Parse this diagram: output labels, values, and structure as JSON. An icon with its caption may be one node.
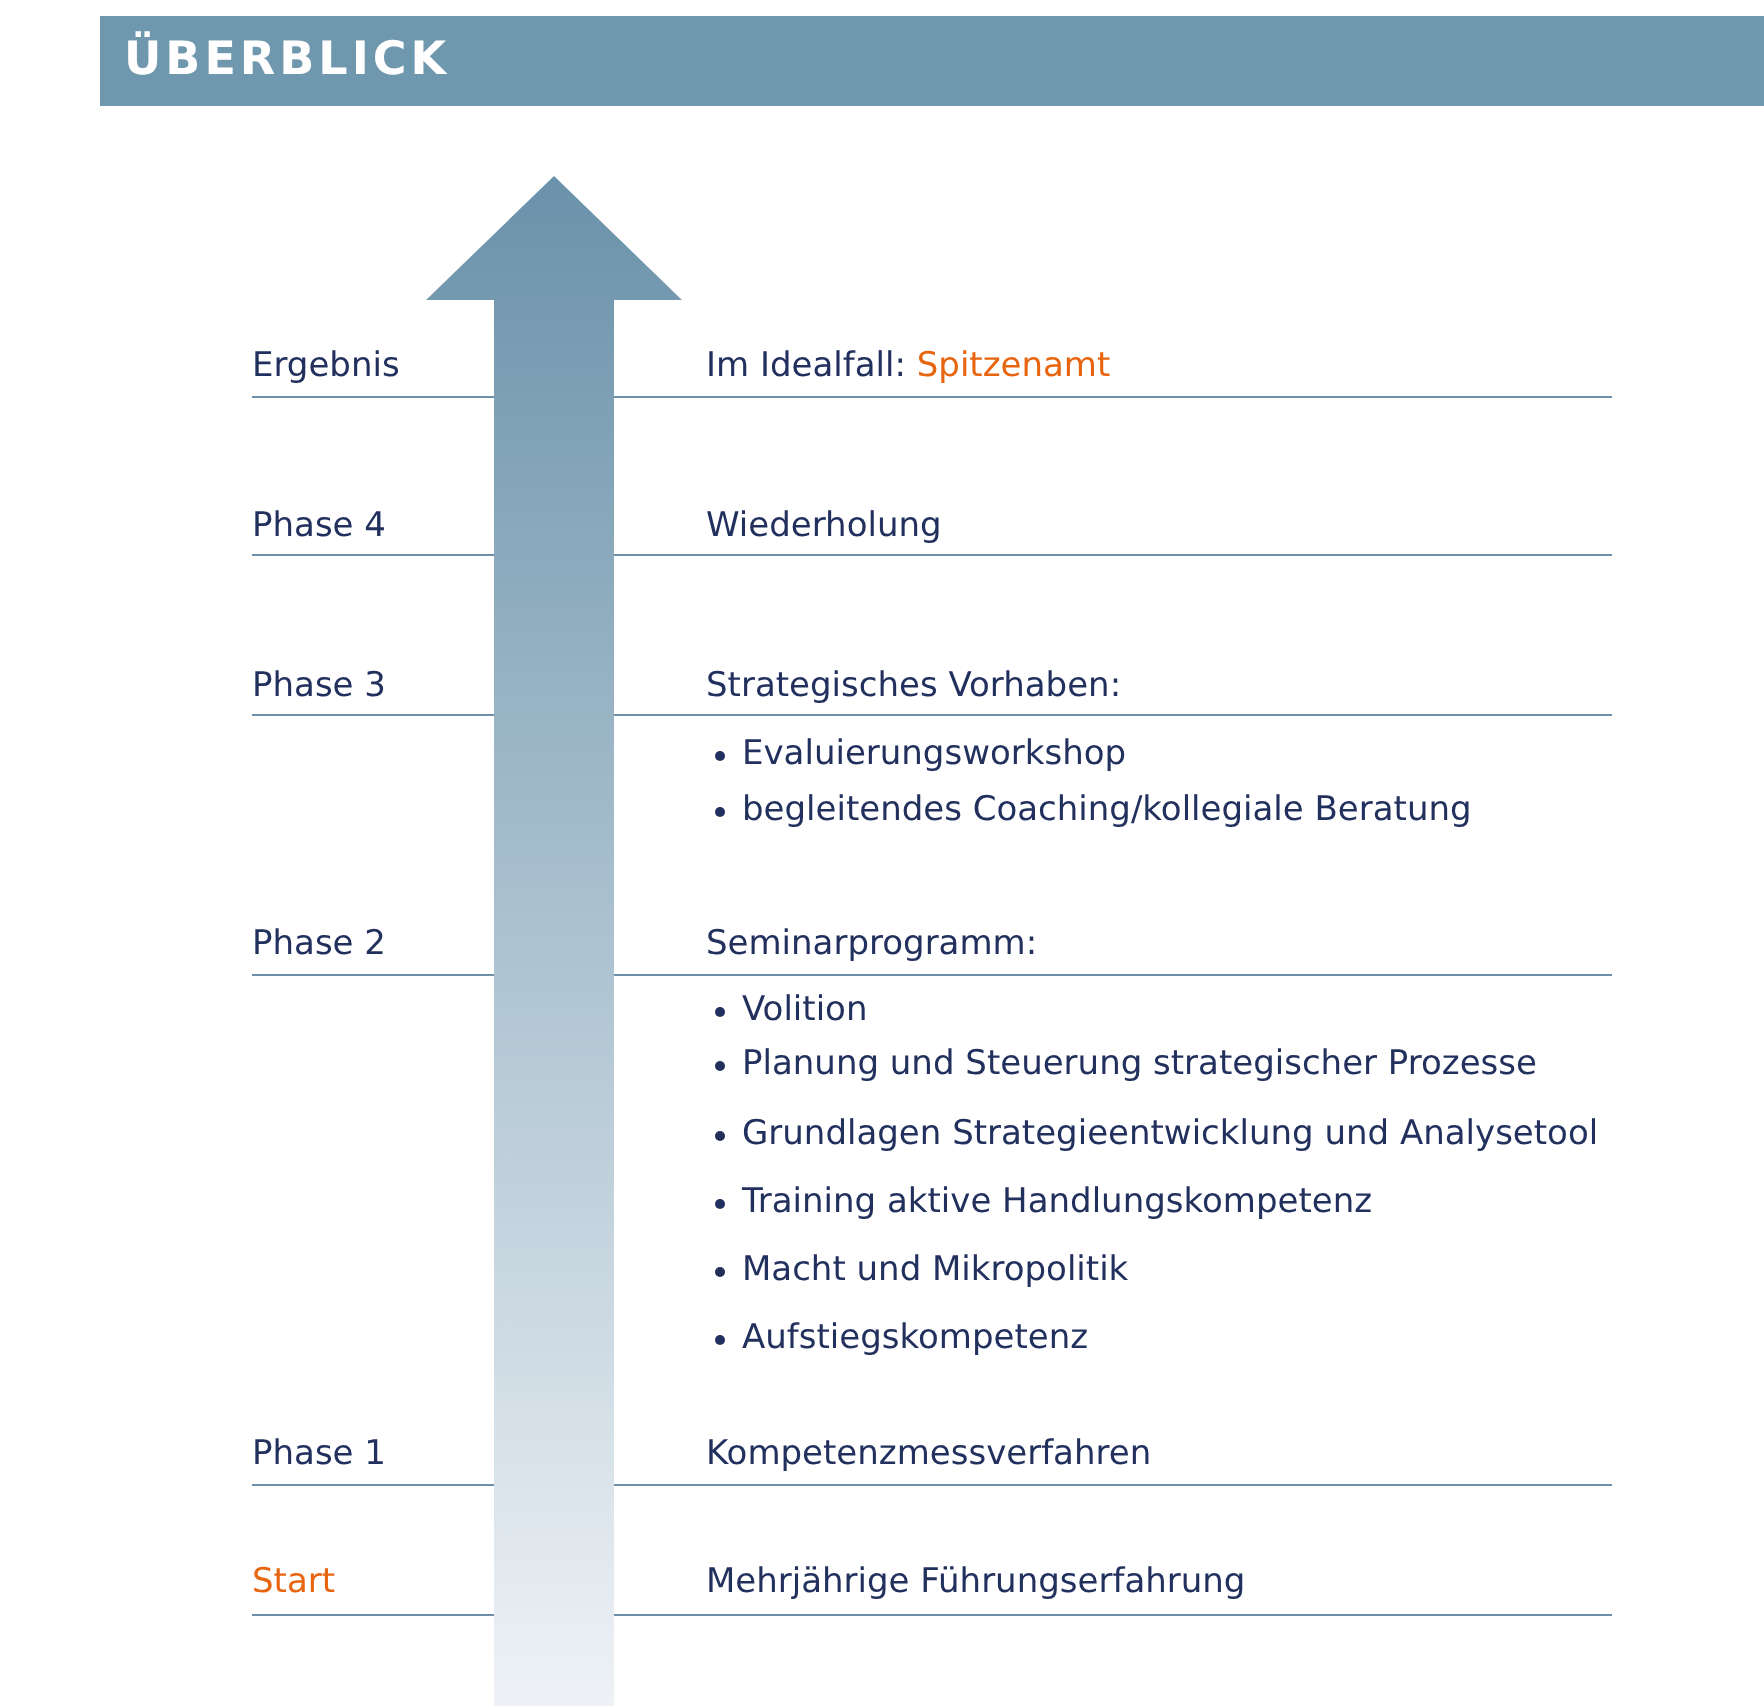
{
  "diagram": {
    "title": "ÜBERBLICK",
    "labels": [
      "Ergebnis",
      "Im Idealfall:",
      "Spitzenamt",
      "Phase 4",
      "Wiederholung",
      "Phase 3",
      "Strategisches Vorhaben:",
      "Evaluierungsworkshop",
      "begleitendes Coaching/kollegiale Beratung",
      "Phase 2",
      "Seminarprogramm:",
      "Volition",
      "Planung und Steuerung strategischer Prozesse",
      "Grundlagen Strategieentwicklung und Analysetool",
      "Training aktive Handlungskompetenz",
      "Macht und Mikropolitik",
      "Aufstiegskompetenz",
      "Phase 1",
      "Kompetenzmessverfahren",
      "Start",
      "Mehrjährige Führungserfahrung"
    ]
  }
}
